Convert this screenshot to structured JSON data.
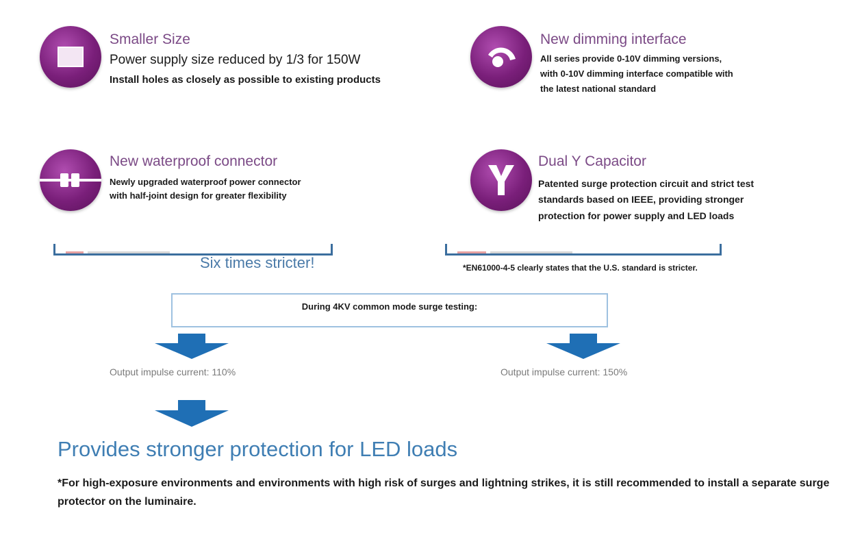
{
  "features": {
    "smaller_size": {
      "title": "Smaller Size",
      "line1": "Power supply size reduced by 1/3 for 150W",
      "line2": "Install holes as closely as possible to existing products",
      "icon": "square-icon"
    },
    "dimming": {
      "title": "New dimming interface",
      "line1": "All series provide 0-10V dimming versions,",
      "line2": "with 0-10V dimming interface compatible with",
      "line3": "the latest national standard",
      "icon": "dimmer-icon"
    },
    "waterproof": {
      "title": "New waterproof connector",
      "line1": "Newly upgraded waterproof power connector",
      "line2": "with half-joint design for greater flexibility",
      "icon": "connector-icon"
    },
    "capacitor": {
      "title": "Dual Y Capacitor",
      "line1": "Patented surge protection circuit and strict test",
      "line2": "standards based on IEEE, providing stronger",
      "line3": "protection for power supply and LED loads",
      "icon": "letter-y-icon"
    }
  },
  "comparison": {
    "stricter_label": "Six times stricter!",
    "standard_note": "*EN61000-4-5 clearly states that the U.S. standard is stricter.",
    "surge_test_label": "During 4KV common mode surge testing:",
    "left_result": "Output impulse current: 110%",
    "right_result": "Output impulse current: 150%"
  },
  "conclusion": {
    "headline": "Provides stronger protection for LED loads",
    "footnote": "*For high-exposure environments and environments with high risk of surges and lightning strikes, it is still recommended to install a separate surge protector on the luminaire."
  },
  "colors": {
    "badge_purple": "#7a1f7a",
    "title_purple": "#7b4a86",
    "accent_blue": "#3f7eb3",
    "arrow_blue": "#1f6fb5"
  }
}
